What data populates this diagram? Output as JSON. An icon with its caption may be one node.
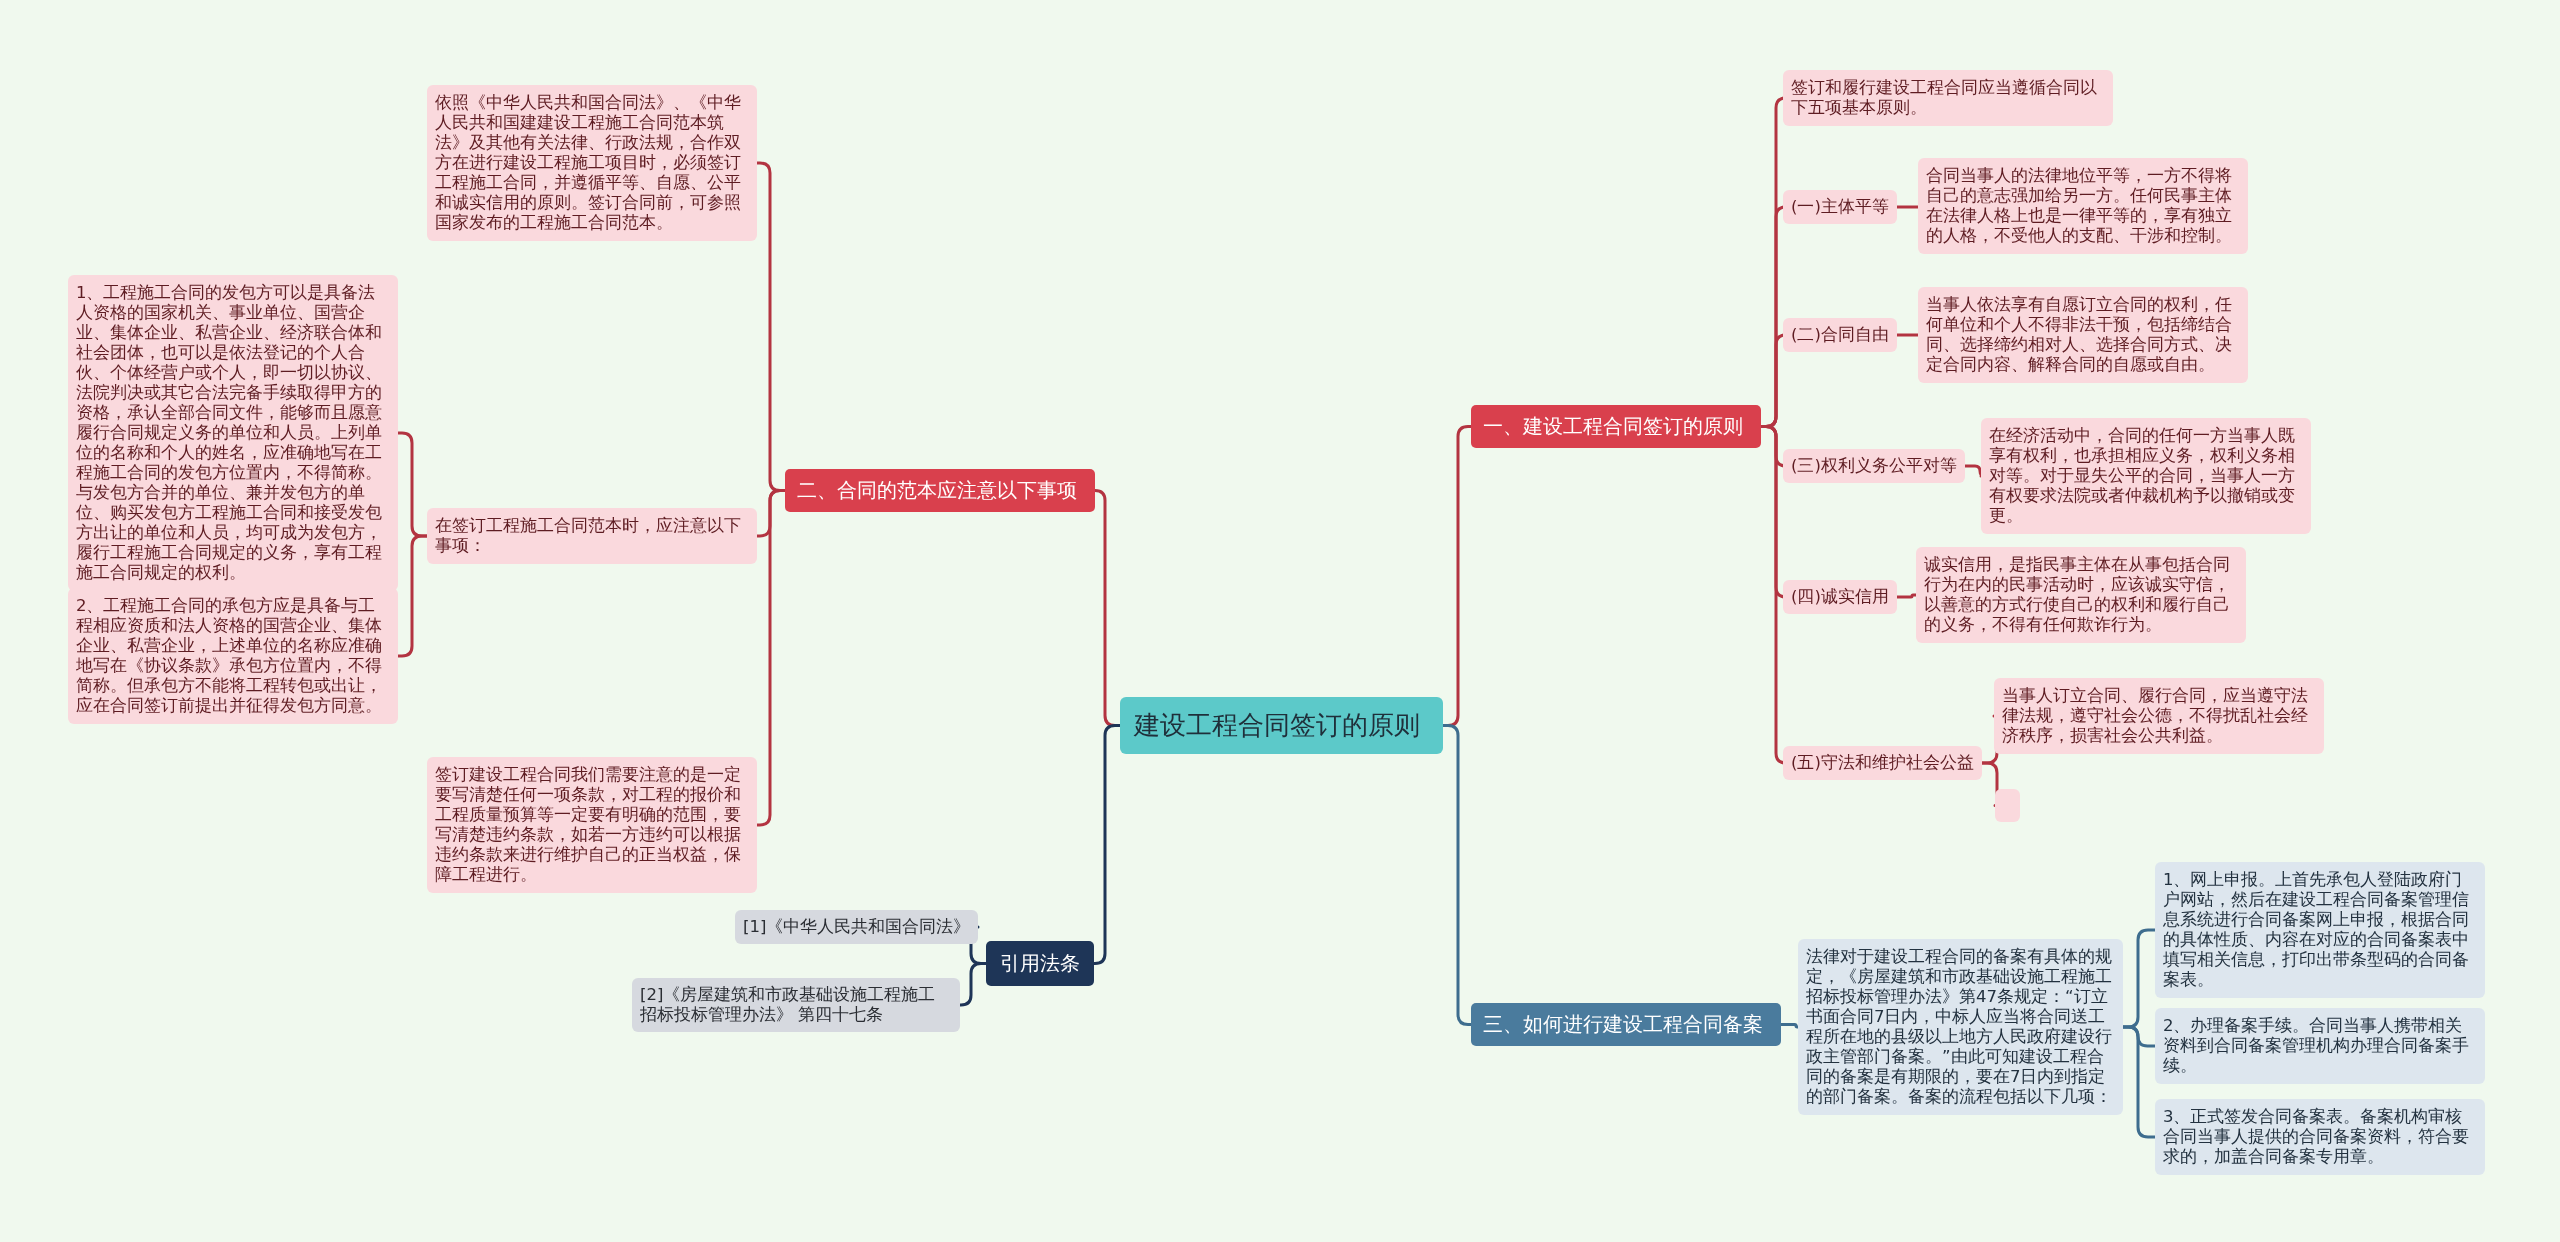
{
  "diagram": {
    "nodes": [
      {
        "text": [
          "建设工程合同签订的原则"
        ]
      },
      {
        "text": [
          "一、建设工程合同签订的原则"
        ]
      },
      {
        "text": [
          "签订和履行建设工程合同应当遵循合同以下五项基本原则。"
        ]
      },
      {
        "text": [
          "(一)主体平等"
        ]
      },
      {
        "text": [
          "合同当事人的法律地位平等，一方不得将自己的意志强加给另一方。任何民事主体在法律人格上也是一律平等的，享有独立的人格，不受他人的支配、干涉和控制。"
        ]
      },
      {
        "text": [
          "(二)合同自由"
        ]
      },
      {
        "text": [
          "当事人依法享有自愿订立合同的权利，任何单位和个人不得非法干预，包括缔结合同、选择缔约相对人、选择合同方式、决定合同内容、解释合同的自愿或自由。"
        ]
      },
      {
        "text": [
          "(三)权利义务公平对等"
        ]
      },
      {
        "text": [
          "在经济活动中，合同的任何一方当事人既享有权利，也承担相应义务，权利义务相对等。对于显失公平的合同，当事人一方有权要求法院或者仲裁机构予以撤销或变更。"
        ]
      },
      {
        "text": [
          "(四)诚实信用"
        ]
      },
      {
        "text": [
          "诚实信用，是指民事主体在从事包括合同行为在内的民事活动时，应该诚实守信，以善意的方式行使自己的权利和履行自己的义务，不得有任何欺诈行为。"
        ]
      },
      {
        "text": [
          "(五)守法和维护社会公益"
        ]
      },
      {
        "text": [
          "当事人订立合同、履行合同，应当遵守法律法规，遵守社会公德，不得扰乱社会经济秩序，损害社会公共利益。"
        ]
      },
      {
        "text": [],
        "shape": "box"
      },
      {
        "text": [
          "三、如何进行建设工程合同备案"
        ]
      },
      {
        "text": [
          "法律对于建设工程合同的备案有具体的规定，《房屋建筑和市政基础设施工程施工招标投标管理办法》第47条规定：“订立书面合同7日内，中标人应当将合同送工程所在地的县级以上地方人民政府建设行政主管部门备案。”由此可知建设工程合同的备案是有期限的，要在7日内到指定的部门备案。备案的流程包括以下几项："
        ]
      },
      {
        "text": [
          "1、网上申报。上首先承包人登陆政府门户网站，然后在建设工程合同备案管理信息系统进行合同备案网上申报，根据合同的具体性质、内容在对应的合同备案表中填写相关信息，打印出带条型码的合同备案表。"
        ]
      },
      {
        "text": [
          "2、办理备案手续。合同当事人携带相关资料到合同备案管理机构办理合同备案手续。"
        ]
      },
      {
        "text": [
          "3、正式签发合同备案表。备案机构审核合同当事人提供的合同备案资料，符合要求的，加盖合同备案专用章。"
        ]
      },
      {
        "text": [
          "二、合同的范本应注意以下事项"
        ]
      },
      {
        "text": [
          "依照《中华人民共和国合同法》、《中华人民共和国建建设工程施工合同范本筑法》及其他有关法律、行政法规，合作双方在进行建设工程施工项目时，必须签订工程施工合同，并遵循平等、自愿、公平和诚实信用的原则。签订合同前，可参照国家发布的工程施工合同范本。"
        ]
      },
      {
        "text": [
          "在签订工程施工合同范本时，应注意以下事项："
        ]
      },
      {
        "text": [
          "1、工程施工合同的发包方可以是具备法人资格的国家机关、事业单位、国营企业、集体企业、私营企业、经济联合体和社会团体，也可以是依法登记的个人合伙、个体经营户或个人，即一切以协议、法院判决或其它合法完备手续取得甲方的资格，承认全部合同文件，能够而且愿意履行合同规定义务的单位和人员。上列单位的名称和个人的姓名，应准确地写在工程施工合同的发包方位置内，不得简称。与发包方合并的单位、兼并发包方的单位、购买发包方工程施工合同和接受发包方出让的单位和人员，均可成为发包方，履行工程施工合同规定的义务，享有工程施工合同规定的权利。"
        ]
      },
      {
        "text": [
          "2、工程施工合同的承包方应是具备与工程相应资质和法人资格的国营企业、集体企业、私营企业，上述单位的名称应准确地写在《协议条款》承包方位置内，不得简称。但承包方不能将工程转包或出让，应在合同签订前提出并征得发包方同意。"
        ]
      },
      {
        "text": [
          "签订建设工程合同我们需要注意的是一定要写清楚任何一项条款，对工程的报价和工程质量预算等一定要有明确的范围，要写清楚违约条款，如若一方违约可以根据违约条款来进行维护自己的正当权益，保障工程进行。"
        ]
      },
      {
        "text": [
          "引用法条"
        ]
      },
      {
        "text": [
          "[1]《中华人民共和国合同法》"
        ]
      },
      {
        "text": [
          "[2]《房屋建筑和市政基础设施工程施工招标投标管理办法》 第四十七条"
        ]
      }
    ],
    "edges": [
      {
        "from": 0,
        "to": 1,
        "arrow": "none"
      },
      {
        "from": 1,
        "to": 2,
        "arrow": "none"
      },
      {
        "from": 1,
        "to": 3,
        "arrow": "none"
      },
      {
        "from": 3,
        "to": 4,
        "arrow": "none"
      },
      {
        "from": 1,
        "to": 5,
        "arrow": "none"
      },
      {
        "from": 5,
        "to": 6,
        "arrow": "none"
      },
      {
        "from": 1,
        "to": 7,
        "arrow": "none"
      },
      {
        "from": 7,
        "to": 8,
        "arrow": "none"
      },
      {
        "from": 1,
        "to": 9,
        "arrow": "none"
      },
      {
        "from": 9,
        "to": 10,
        "arrow": "none"
      },
      {
        "from": 1,
        "to": 11,
        "arrow": "none"
      },
      {
        "from": 11,
        "to": 12,
        "arrow": "none"
      },
      {
        "from": 11,
        "to": 13,
        "arrow": "none"
      },
      {
        "from": 0,
        "to": 14,
        "arrow": "none",
        "color": "#3e6d8e"
      },
      {
        "from": 14,
        "to": 15,
        "arrow": "none",
        "color": "#3e6d8e"
      },
      {
        "from": 15,
        "to": 16,
        "arrow": "none",
        "color": "#3e6d8e"
      },
      {
        "from": 15,
        "to": 17,
        "arrow": "none",
        "color": "#3e6d8e"
      },
      {
        "from": 15,
        "to": 18,
        "arrow": "none",
        "color": "#3e6d8e"
      },
      {
        "from": 0,
        "to": 19,
        "arrow": "none"
      },
      {
        "from": 19,
        "to": 20,
        "arrow": "none"
      },
      {
        "from": 19,
        "to": 21,
        "arrow": "none"
      },
      {
        "from": 21,
        "to": 22,
        "arrow": "none"
      },
      {
        "from": 21,
        "to": 23,
        "arrow": "none"
      },
      {
        "from": 19,
        "to": 24,
        "arrow": "none"
      },
      {
        "from": 0,
        "to": 25,
        "arrow": "none",
        "color": "#1e3557"
      },
      {
        "from": 25,
        "to": 26,
        "arrow": "none",
        "color": "#1e3557"
      },
      {
        "from": 25,
        "to": 27,
        "arrow": "none",
        "color": "#1e3557"
      }
    ]
  }
}
